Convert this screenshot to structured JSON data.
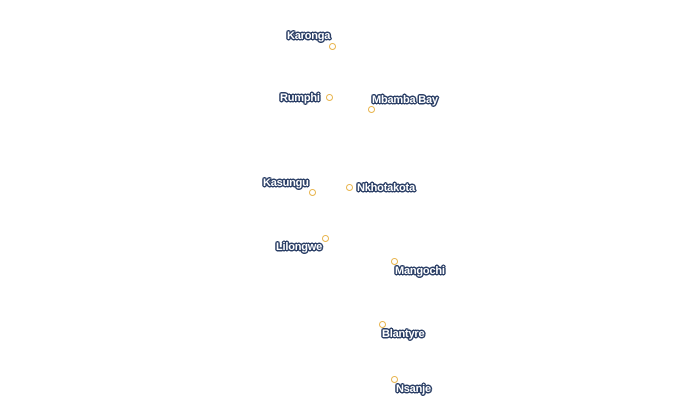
{
  "map": {
    "marker_color": "#e8b54e",
    "label_text_color": "#ffffff",
    "label_halo_color": "#2b3f66",
    "background": "#ffffff",
    "cities": [
      {
        "id": "karonga",
        "name": "Karonga"
      },
      {
        "id": "rumphi",
        "name": "Rumphi"
      },
      {
        "id": "mbamba-bay",
        "name": "Mbamba Bay"
      },
      {
        "id": "kasungu",
        "name": "Kasungu"
      },
      {
        "id": "nkhotakota",
        "name": "Nkhotakota"
      },
      {
        "id": "lilongwe",
        "name": "Lilongwe"
      },
      {
        "id": "mangochi",
        "name": "Mangochi"
      },
      {
        "id": "blantyre",
        "name": "Blantyre"
      },
      {
        "id": "nsanje",
        "name": "Nsanje"
      }
    ]
  }
}
